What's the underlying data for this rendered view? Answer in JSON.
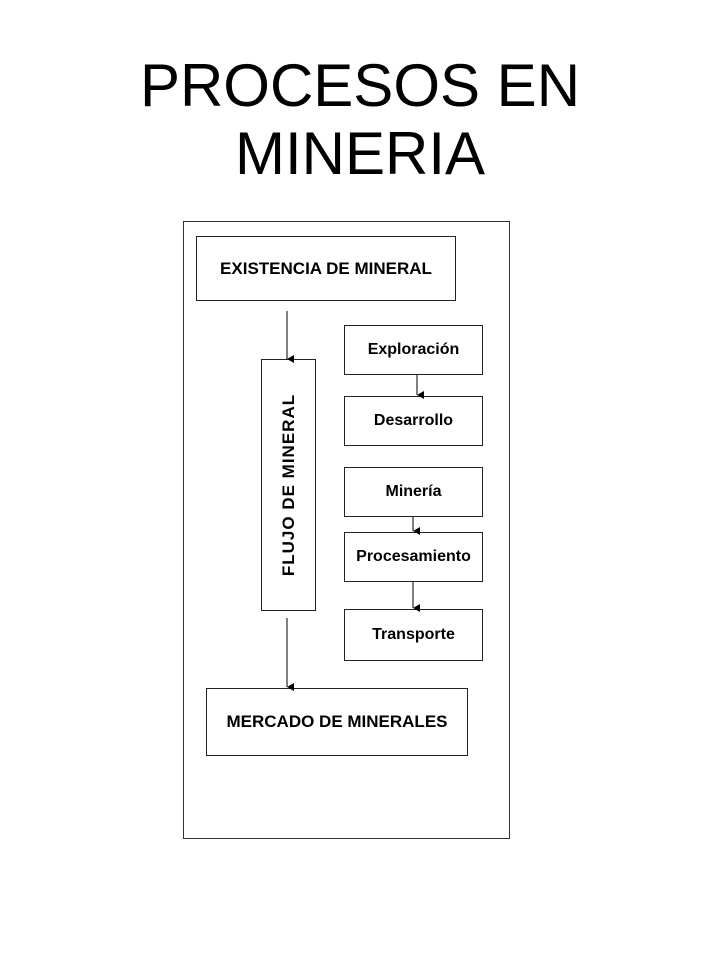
{
  "title": {
    "line1": "PROCESOS EN",
    "line2": "MINERIA"
  },
  "diagram": {
    "existencia": "EXISTENCIA DE MINERAL",
    "flujo": "FLUJO DE MINERAL",
    "mercado": "MERCADO DE MINERALES",
    "steps": [
      "Exploración",
      "Desarrollo",
      "Minería",
      "Procesamiento",
      "Transporte"
    ]
  }
}
